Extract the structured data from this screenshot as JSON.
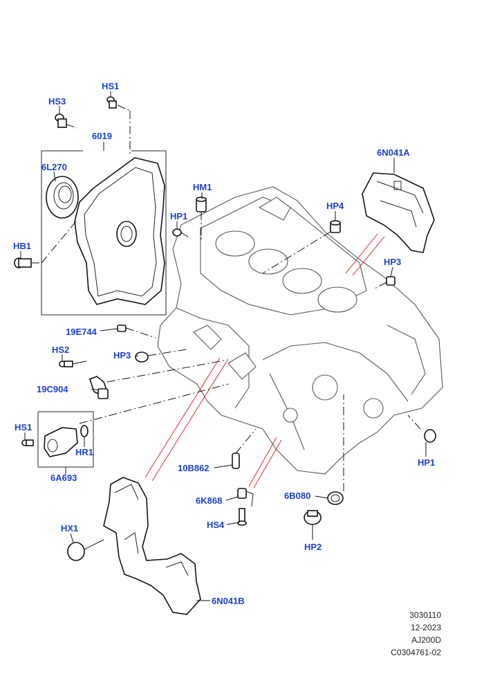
{
  "colors": {
    "callout": "#1a3fd6",
    "line": "#111111",
    "red_link": "#e0141e",
    "engine_outline": "#555555"
  },
  "callouts": {
    "hs1_top": "HS1",
    "hs3": "HS3",
    "p6019": "6019",
    "p6l270": "6L270",
    "hb1": "HB1",
    "hm1": "HM1",
    "hp1_top": "HP1",
    "hp4": "HP4",
    "p6n041a": "6N041A",
    "hp3_right": "HP3",
    "p19e744": "19E744",
    "hs2": "HS2",
    "hp3_left": "HP3",
    "p19c904": "19C904",
    "hs1_left": "HS1",
    "hr1": "HR1",
    "p6a693": "6A693",
    "p10b862": "10B862",
    "p6k868": "6K868",
    "hs4": "HS4",
    "p6b080": "6B080",
    "hp1_right": "HP1",
    "hp2": "HP2",
    "hx1": "HX1",
    "p6n041b": "6N041B"
  },
  "footer": {
    "line1": "3030110",
    "line2": "12-2023",
    "line3": "AJ200D",
    "line4": "C0304761-02"
  }
}
